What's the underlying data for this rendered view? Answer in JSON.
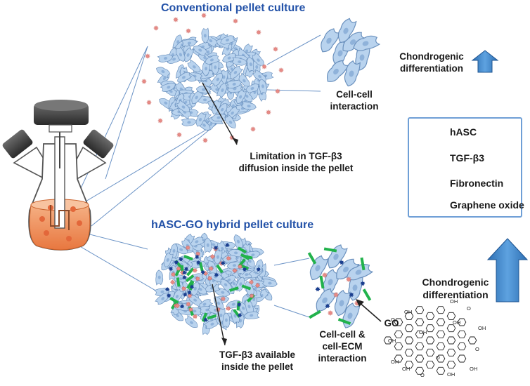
{
  "titles": {
    "top": "Conventional pellet culture",
    "bottom": "hASC-GO hybrid pellet culture"
  },
  "labels": {
    "cell_cell": [
      "Cell-cell",
      "interaction"
    ],
    "limitation": [
      "Limitation in TGF-β3",
      "diffusion inside the pellet"
    ],
    "chondro_top": [
      "Chondrogenic",
      "differentiation"
    ],
    "chondro_bottom": [
      "Chondrogenic",
      "differentiation"
    ],
    "cell_ecm": [
      "Cell-cell &",
      "cell-ECM",
      "interaction"
    ],
    "available": [
      "TGF-β3 available",
      "inside the pellet"
    ],
    "go_pointer": "GO"
  },
  "legend": [
    {
      "label": "hASC",
      "icon": "hasc-cell-icon"
    },
    {
      "label": "TGF-β3",
      "icon": "tgf-star-icon"
    },
    {
      "label": "Fibronectin",
      "icon": "fibronectin-star-icon"
    },
    {
      "label": "Graphene oxide",
      "icon": "graphene-bar-icon"
    }
  ],
  "go_structure": {
    "groups": [
      "OH",
      "O",
      "OH",
      "O",
      "OH",
      "OH",
      "OH",
      "O",
      "OH",
      "OH",
      "O",
      "OH",
      "O",
      "OH",
      "OH"
    ]
  },
  "colors": {
    "title": "#2352a8",
    "cell": "#b9d3ee",
    "cell_edge": "#6a90bd",
    "tgf": "#e88c87",
    "fibronectin": "#1b3f8f",
    "graphene": "#22b24c",
    "arrow": "#3f84c8",
    "medium": "#f0925c"
  }
}
